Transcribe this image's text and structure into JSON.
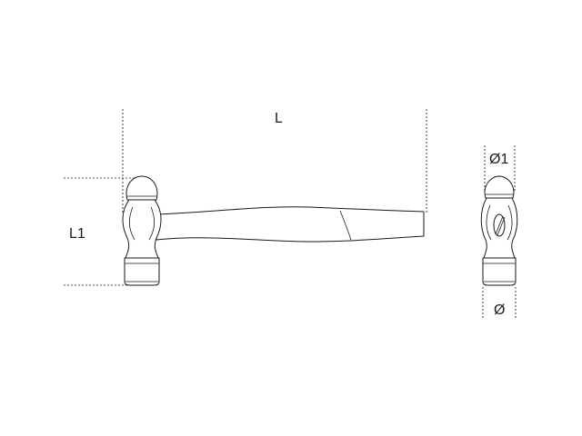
{
  "dimensions": {
    "length_label": "L",
    "head_height_label": "L1",
    "face_diameter_label": "Ø1",
    "pein_diameter_label": "Ø"
  },
  "colors": {
    "line": "#1a1a1a",
    "background": "#ffffff"
  }
}
